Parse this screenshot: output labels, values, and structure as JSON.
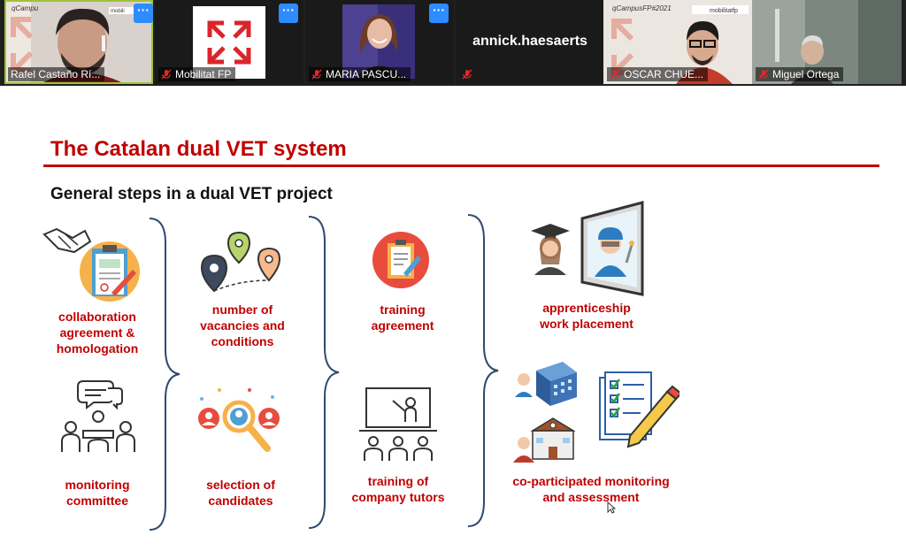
{
  "participants": [
    {
      "name": "Rafel Castaño Rí...",
      "muted": false,
      "active": true
    },
    {
      "name": "Mobilitat FP",
      "muted": true
    },
    {
      "name": "MARIA PASCU...",
      "muted": true
    },
    {
      "name": "",
      "display_name": "annick.haesaerts",
      "muted": true
    },
    {
      "name": "OSCAR CHUE...",
      "muted": true
    },
    {
      "name": "Miguel Ortega",
      "muted": true
    }
  ],
  "more_button_label": "···",
  "branding": {
    "left_logo": "qCampu",
    "right_logo": "qCampusFP#2021",
    "right_logo_2": "mobilitatfp"
  },
  "slide": {
    "title": "The Catalan dual VET system",
    "subtitle": "General steps in a dual VET project",
    "steps": {
      "collaboration": [
        "collaboration",
        "agreement &",
        "homologation"
      ],
      "monitoring_committee": [
        "monitoring",
        "committee"
      ],
      "vacancies": [
        "number of",
        "vacancies and",
        "conditions"
      ],
      "selection": [
        "selection of",
        "candidates"
      ],
      "training_agreement": [
        "training",
        "agreement"
      ],
      "training_tutors": [
        "training of",
        "company tutors"
      ],
      "apprenticeship": [
        "apprenticeship",
        "work placement"
      ],
      "coparticipated": [
        "co-participated monitoring",
        "and assessment"
      ]
    }
  },
  "colors": {
    "accent_red": "#c00000",
    "active_speaker": "#9ec23a",
    "zoom_blue": "#2d8cff"
  }
}
